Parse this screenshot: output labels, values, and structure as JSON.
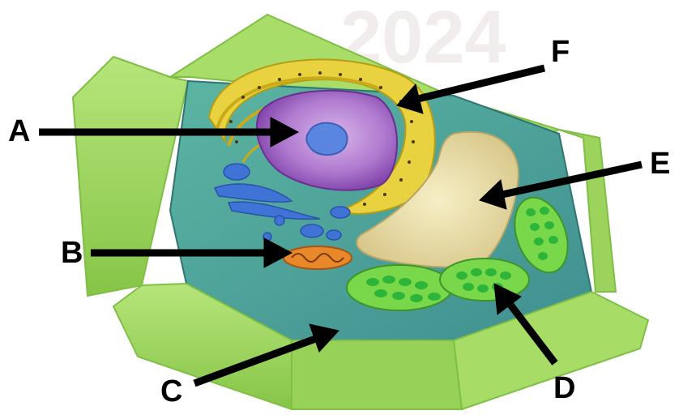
{
  "watermark": {
    "year": "2024"
  },
  "labels": {
    "a": "A",
    "b": "B",
    "c": "C",
    "d": "D",
    "e": "E",
    "f": "F"
  },
  "colors": {
    "cell_wall": "#9bd456",
    "cytoplasm": "#4fa89a",
    "nucleus": "#a45fc4",
    "nucleolus": "#5b86e0",
    "golgi_er": "#e8d23f",
    "vacuole": "#efe3a4",
    "chloroplast": "#72d248",
    "mitochondrion": "#e9882b",
    "arrow": "#000000"
  }
}
